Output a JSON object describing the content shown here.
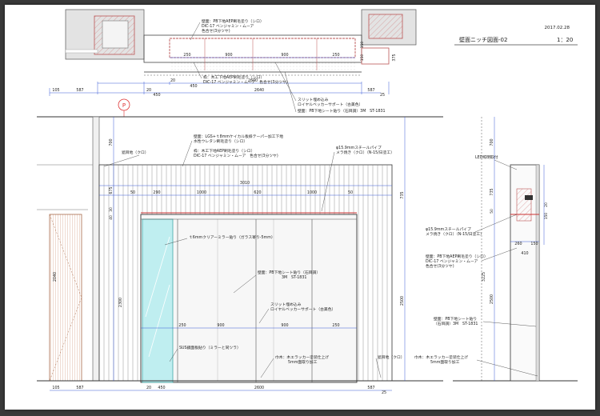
{
  "sheet": {
    "date": "2017.02.28",
    "title": "壁面ニッチ図面-02",
    "scale": "1：20"
  },
  "plan": {
    "dims_inner": [
      "250",
      "900",
      "900",
      "250"
    ],
    "dims_right": [
      "150",
      "150"
    ],
    "dim_side": "375",
    "dim_bottom_a": [
      "20",
      "450"
    ],
    "dim_bottom_b": "2600",
    "dims_base": [
      "105",
      "587",
      "20",
      "450",
      "2640",
      "587",
      "25"
    ],
    "notes": [
      "壁面：PB下地AEP刷毛塗り（シロ）",
      "DIC-17 ベンジャミン・ムーア",
      "色合せ(3分ツヤ)",
      "枠：木工下地AEP刷毛塗り（シロ）",
      "DIC-17 ベンジャミン・ムーア　色合せ(3分ツヤ)",
      "スリット埋め込み",
      "ロイヤルベッカーサポート（古美色）",
      "壁面：PB下地シート貼り（石目調）3M　ST-1831"
    ]
  },
  "marker": "P",
  "elev": {
    "notes_top": [
      "壁面：LGS+ｔ8mmケイカル板斜テーパー加工下地",
      "水性ウレタン刷毛塗り（シロ）",
      "枠：木工下地AEP刷毛塗り（シロ）",
      "DIC-17 ベンジャミン・ムーア　色合せ(3分ツヤ)"
    ],
    "label_kabe_kuro": "遮目地（クロ）",
    "pipe_note": "φ15.9mmスチールパイプ",
    "pipe_note2": "メラ焼き（クロ）（N-15/日塗工）",
    "dims_top": [
      "3010"
    ],
    "dims_row2": [
      "50",
      "290",
      "1000",
      "620",
      "1000",
      "50"
    ],
    "dims_left_v": [
      "700",
      "675",
      "30",
      "40",
      "2300"
    ],
    "dims_right_v": [
      "735",
      "2500"
    ],
    "mirror_note": "ｔ6mmクリアーミラー貼り（ガラス寄り-5mm）",
    "wall_sheet_note": [
      "壁面：PB下地シート貼り（石目調）",
      "3M　ST-1831"
    ],
    "slit_note": [
      "スリット埋め込み",
      "ロイヤルベッカーサポート（古美色）"
    ],
    "sus_note": "SUS鏡面板貼り（ミラーと同ツラ）",
    "sakuzai_note": [
      "巾木：木エラッカー塗装仕上げ",
      "5mm面取り加工"
    ],
    "kuro_bottom": "遮目地（クロ）",
    "dims_mid": [
      "250",
      "900",
      "900",
      "250"
    ],
    "dims_base": [
      "105",
      "587",
      "20",
      "450",
      "2600",
      "587",
      "25"
    ],
    "door_dim": "2040"
  },
  "section": {
    "led_note": "LED照明取付",
    "pipe_note": "φ15.9mmスチールパイプ",
    "pipe_note2": "メラ焼き（クロ）（N-15/日塗工）",
    "wall_note": [
      "壁面：PB下地AEP刷毛塗り（シロ）",
      "DIC-17 ベンジャミン・ムーア",
      "色合せ(3分ツヤ)"
    ],
    "sheet_note": [
      "壁面：PB下地シート貼り",
      "（石目調）3M　ST-1831"
    ],
    "habaki_note": [
      "巾木：木エラッカー塗装仕上げ",
      "5mm面取り加工"
    ],
    "dims_v": [
      "700",
      "735",
      "50",
      "3225",
      "2500"
    ],
    "dims_h": [
      "260",
      "150",
      "410"
    ],
    "dims_small": [
      "20",
      "150"
    ]
  }
}
